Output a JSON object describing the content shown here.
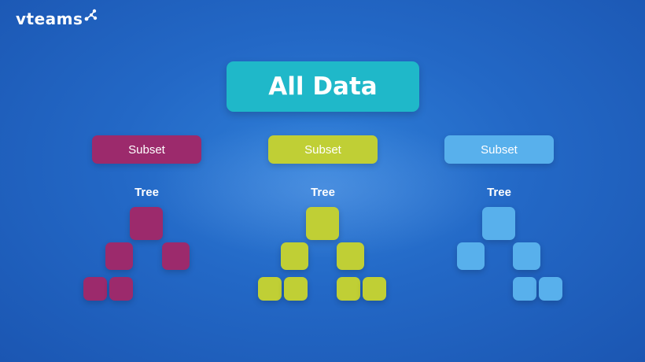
{
  "brand": {
    "name": "vteams"
  },
  "root": {
    "label": "All Data",
    "color": "#1fb8c9"
  },
  "columns": [
    {
      "subset_label": "Subset",
      "tree_label": "Tree",
      "color": "#9c2a6c"
    },
    {
      "subset_label": "Subset",
      "tree_label": "Tree",
      "color": "#c0cf35"
    },
    {
      "subset_label": "Subset",
      "tree_label": "Tree",
      "color": "#58b0ec"
    }
  ]
}
